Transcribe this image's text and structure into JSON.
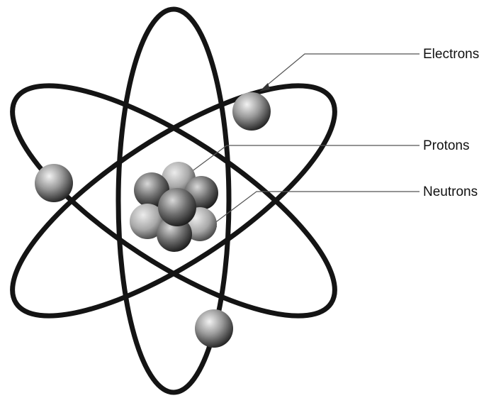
{
  "labels": {
    "electrons": "Electrons",
    "protons": "Protons",
    "neutrons": "Neutrons"
  },
  "colors": {
    "orbit": "#141414",
    "particle_highlight": "#f2f2f2",
    "particle_shadow": "#161616",
    "background": "#ffffff"
  }
}
